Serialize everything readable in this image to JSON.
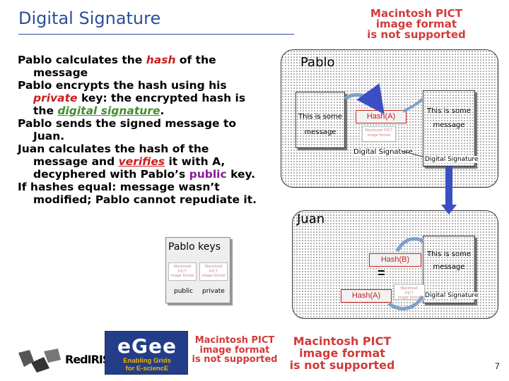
{
  "slide_title": "Digital Signature",
  "page_number": "7",
  "pict_notice": {
    "line1": "Macintosh PICT",
    "line2": "image format",
    "line3": "is not supported"
  },
  "bullets": {
    "b1_a": "Pablo calculates the ",
    "b1_hash": "hash",
    "b1_b": " of the",
    "b1_c": "message",
    "b2_a": "Pablo encrypts the hash using his",
    "b2_private": "private",
    "b2_b": " key: the encrypted hash is",
    "b2_c": "the ",
    "b2_sig": "digital signature",
    "b2_d": ".",
    "b3_a": "Pablo sends the signed message to",
    "b3_b": "Juan.",
    "b4_a": "Juan calculates the hash of the",
    "b4_b": "message and ",
    "b4_verifies": "verifies",
    "b4_c": " it with A,",
    "b4_d": "decyphered with Pablo’s ",
    "b4_public": "public",
    "b4_e": " key.",
    "b5_a": "If hashes equal: message wasn’t",
    "b5_b": "modified; Pablo cannot repudiate it."
  },
  "pablo_panel": {
    "name": "Pablo",
    "message_box": "This is some message",
    "hash_label": "Hash(A)",
    "digital_signature_label": "Digital Signature",
    "sent_box": "This is some message",
    "sent_signature_label": "Digital Signature"
  },
  "juan_panel": {
    "name": "Juan",
    "received_box": "This is some message",
    "received_signature_label": "Digital Signature",
    "hash_b_label": "Hash(B)",
    "equals_sign": "=",
    "hash_a_label": "Hash(A)"
  },
  "keys_box": {
    "title": "Pablo keys",
    "public_label": "public",
    "private_label": "private"
  },
  "footer": {
    "rediris": "RedIRIS",
    "egee_logo": "eGee",
    "egee_line1": "Enabling Grids",
    "egee_line2": "for E-sciencE"
  },
  "colors": {
    "title": "#2a4f9a",
    "red_highlight": "#c81e1e",
    "green_highlight": "#3f8f2b",
    "purple_highlight": "#8a1a9a",
    "arrow_blue": "#3b4fc4",
    "egee_blue": "#233d89"
  }
}
